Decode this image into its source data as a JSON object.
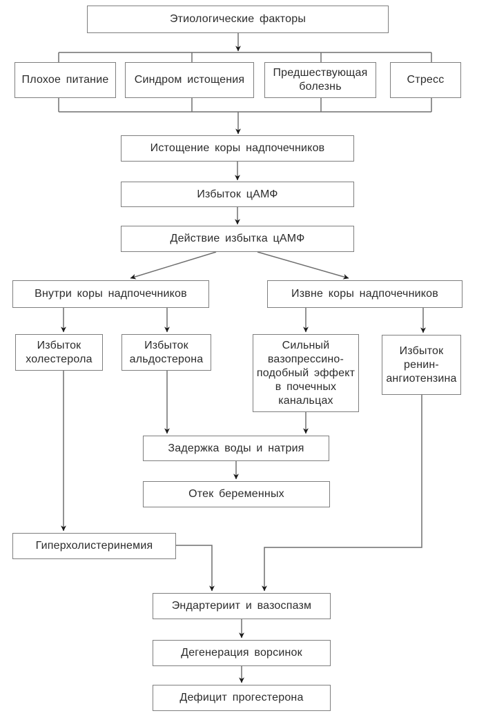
{
  "diagram": {
    "nodes": {
      "etiological_factors": "Этиологические факторы",
      "poor_nutrition": "Плохое питание",
      "exhaustion_syndrome": "Синдром истощения",
      "preceding_illness": "Предшествующая\nболезнь",
      "stress": "Стресс",
      "adrenal_cortex_depletion": "Истощение коры надпочечников",
      "camp_excess": "Избыток цАМФ",
      "camp_excess_action": "Действие избытка цАМФ",
      "inside_adrenal_cortex": "Внутри коры надпочечников",
      "outside_adrenal_cortex": "Извне коры надпочечников",
      "cholesterol_excess": "Избыток\nхолестерола",
      "aldosterone_excess": "Избыток\nальдостерона",
      "vasopressin_like_effect": "Сильный\nвазопрессино-\nподобный эффект\nв почечных\nканальцах",
      "renin_angiotensin_excess": "Избыток\nренин-\nангиотензина",
      "water_sodium_retention": "Задержка воды и натрия",
      "pregnancy_edema": "Отек беременных",
      "hypercholesterinemia": "Гиперхолистеринемия",
      "endarteritis_vasospasm": "Эндартериит и вазоспазм",
      "villi_degeneration": "Дегенерация ворсинок",
      "progesterone_deficit": "Дефицит прогестерона"
    },
    "colors": {
      "box_border": "#7d7d7d",
      "line": "#6f6f6f",
      "arrowhead": "#1a1a1a",
      "text": "#2b2b2b",
      "background": "#ffffff"
    }
  }
}
